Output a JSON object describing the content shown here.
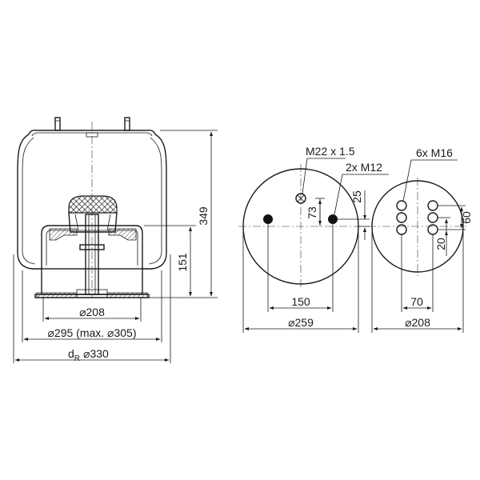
{
  "side_view": {
    "dimensions": {
      "height_total": "349",
      "height_base": "151",
      "dia_base_top": "⌀208",
      "dia_base_bottom": "⌀295 (max. ⌀305)",
      "d_prefix": "d",
      "d_subscript": "R",
      "dia_bellow": "⌀330"
    }
  },
  "top_plate": {
    "thread_center": "M22 x 1.5",
    "bolts": "2x M12",
    "offset_small": "25",
    "offset_large": "73",
    "bolt_spacing": "150",
    "diameter": "⌀259"
  },
  "bottom_plate": {
    "bolts": "6x M16",
    "spacing_vertical_big": "60",
    "spacing_vertical_small": "20",
    "spacing_horizontal": "70",
    "diameter": "⌀208"
  }
}
